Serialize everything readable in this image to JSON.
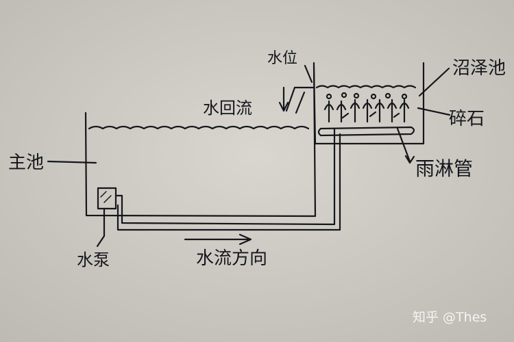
{
  "labels": {
    "main_pool": "主池",
    "pump": "水泵",
    "flow_direction": "水流方向",
    "water_level": "水位",
    "return_flow": "水回流",
    "marsh_pool": "沼泽池",
    "gravel": "碎石",
    "rain_pipe": "雨淋管"
  },
  "watermark": "知乎 @Thes",
  "colors": {
    "paper": "#cfcdc6",
    "ink": "#15161c",
    "watermark": "#f4f4f4"
  }
}
